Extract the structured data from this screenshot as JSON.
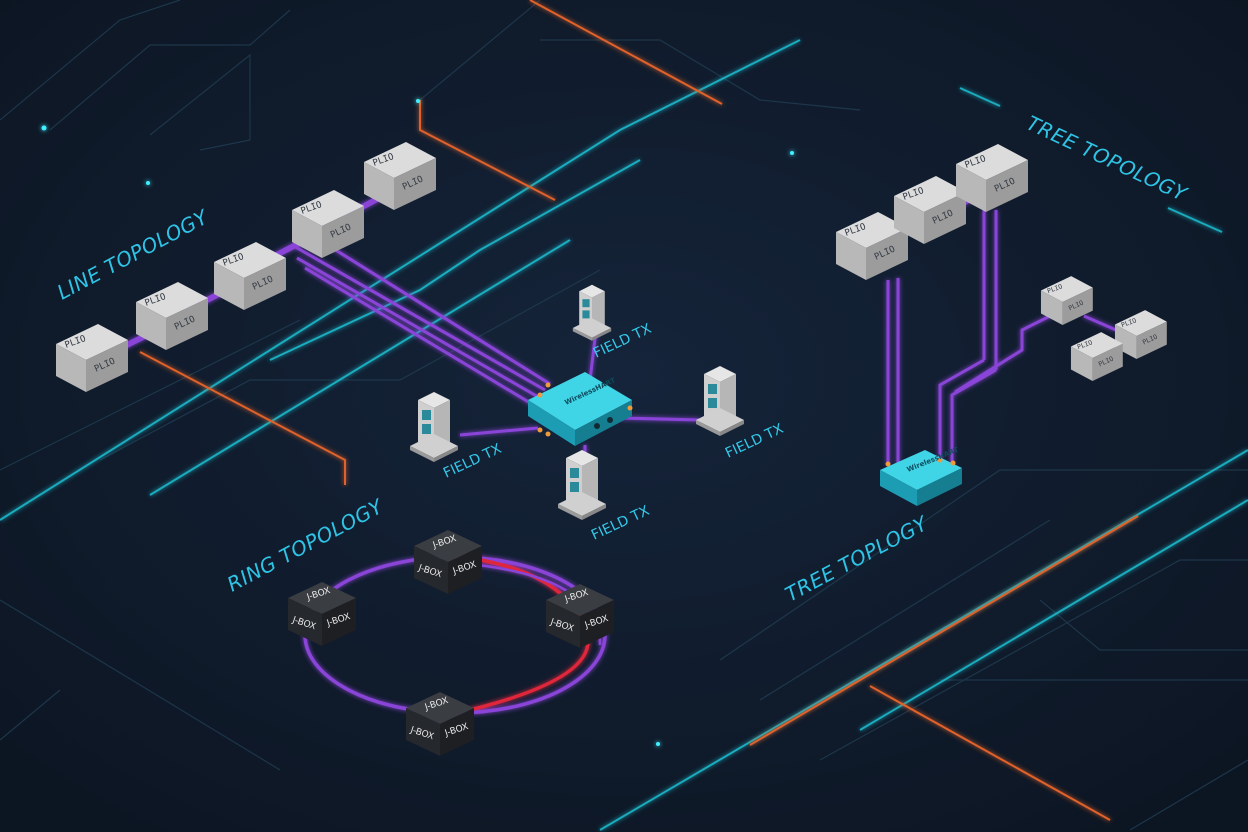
{
  "labels": {
    "line_topology": "LINE TOPOLOGY",
    "ring_topology": "RING TOPOLOGY",
    "tree_topology_top": "TREE TOPOLOGY",
    "tree_topology_bottom": "TREE TOPLOGY"
  },
  "field_tx": [
    "FIELD TX",
    "FIELD TX",
    "FIELD TX",
    "FIELD TX"
  ],
  "hub_main": "WirelessHART",
  "hub_tree": "WirelessHART",
  "plc_text": "PLIO",
  "jbox_text": "J-BOX",
  "colors": {
    "background": "#111d2e",
    "accent_cyan": "#2fc4e6",
    "cable_purple": "#8a45d8",
    "cable_red": "#e0283a",
    "trace_orange": "#e0622a"
  }
}
